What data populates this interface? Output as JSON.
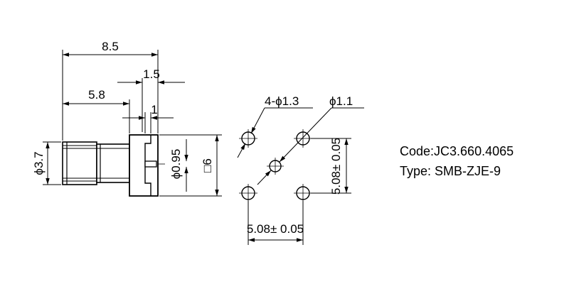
{
  "drawing": {
    "dims": {
      "overall_length": "8.5",
      "flange_width": "1.5",
      "body_length": "5.8",
      "pin_offset": "1",
      "body_diameter": "ϕ3.7",
      "pin_diameter": "ϕ0.95",
      "square_size": "□6",
      "hole_spec_small": "4-ϕ1.3",
      "hole_spec_center": "ϕ1.1",
      "pitch_horizontal": "5.08± 0.05",
      "pitch_vertical": "5.08± 0.05"
    }
  },
  "info": {
    "code": "Code:JC3.660.4065",
    "type": "Type: SMB-ZJE-9"
  }
}
